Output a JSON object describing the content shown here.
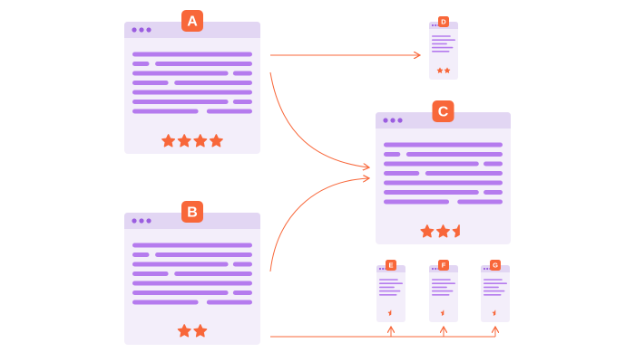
{
  "colors": {
    "window_bg": "#F3EEFA",
    "titlebar": "#E2D6F3",
    "line": "#B57BEE",
    "dot": "#9B5DE0",
    "badge": "#F8673A",
    "star": "#F8673A",
    "arrow": "#F8673A"
  },
  "cards": [
    {
      "id": "A",
      "label": "A",
      "rating": 4
    },
    {
      "id": "B",
      "label": "B",
      "rating": 2
    },
    {
      "id": "C",
      "label": "C",
      "rating": 2.5
    },
    {
      "id": "D",
      "label": "D",
      "rating": 2
    },
    {
      "id": "E",
      "label": "E",
      "rating": 0.5
    },
    {
      "id": "F",
      "label": "F",
      "rating": 0.5
    },
    {
      "id": "G",
      "label": "G",
      "rating": 0.5
    }
  ],
  "icons": {
    "star": "star-icon",
    "half_star": "half-star-icon",
    "dots": "window-dots-icon"
  }
}
